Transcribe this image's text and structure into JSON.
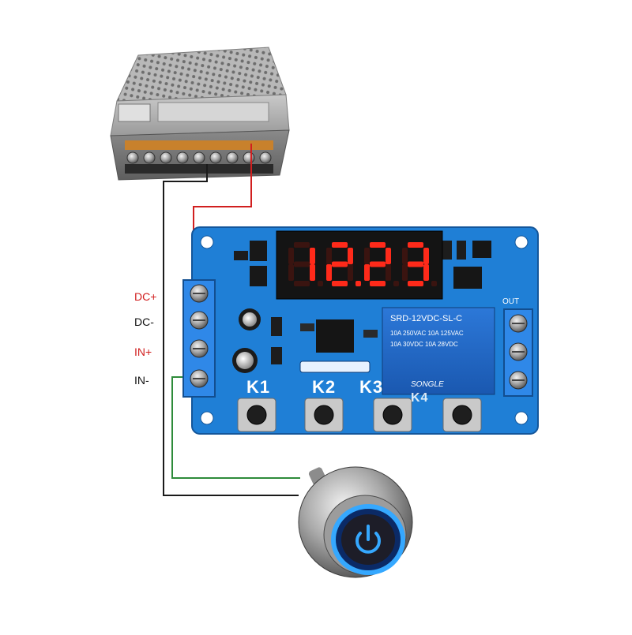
{
  "terminal_labels": [
    {
      "text": "DC+",
      "color": "#d11f1f"
    },
    {
      "text": "DC-",
      "color": "#111111"
    },
    {
      "text": "IN+",
      "color": "#d11f1f"
    },
    {
      "text": "IN-",
      "color": "#111111"
    }
  ],
  "display": {
    "digits": "12.23",
    "color": "#ff2a1a"
  },
  "buttons": [
    {
      "label": "K1"
    },
    {
      "label": "K2"
    },
    {
      "label": "K3"
    },
    {
      "label": "K4"
    }
  ],
  "relay": {
    "model": "SRD-12VDC-SL-C",
    "rating_line1": "10A 250VAC  10A 125VAC",
    "rating_line2": "10A 30VDC  10A 28VDC",
    "brand": "SONGLE"
  },
  "relay_terminal_label": "OUT",
  "wire_colors": {
    "red": "#d11f1f",
    "black": "#1a1a1a",
    "green": "#2e8b3a"
  },
  "board_color": "#1f7fd6",
  "switch_ring_color": "#35a8ff",
  "icons": [
    "power-supply",
    "screw-terminal",
    "seven-segment-display",
    "relay",
    "tactile-button",
    "power-icon"
  ]
}
